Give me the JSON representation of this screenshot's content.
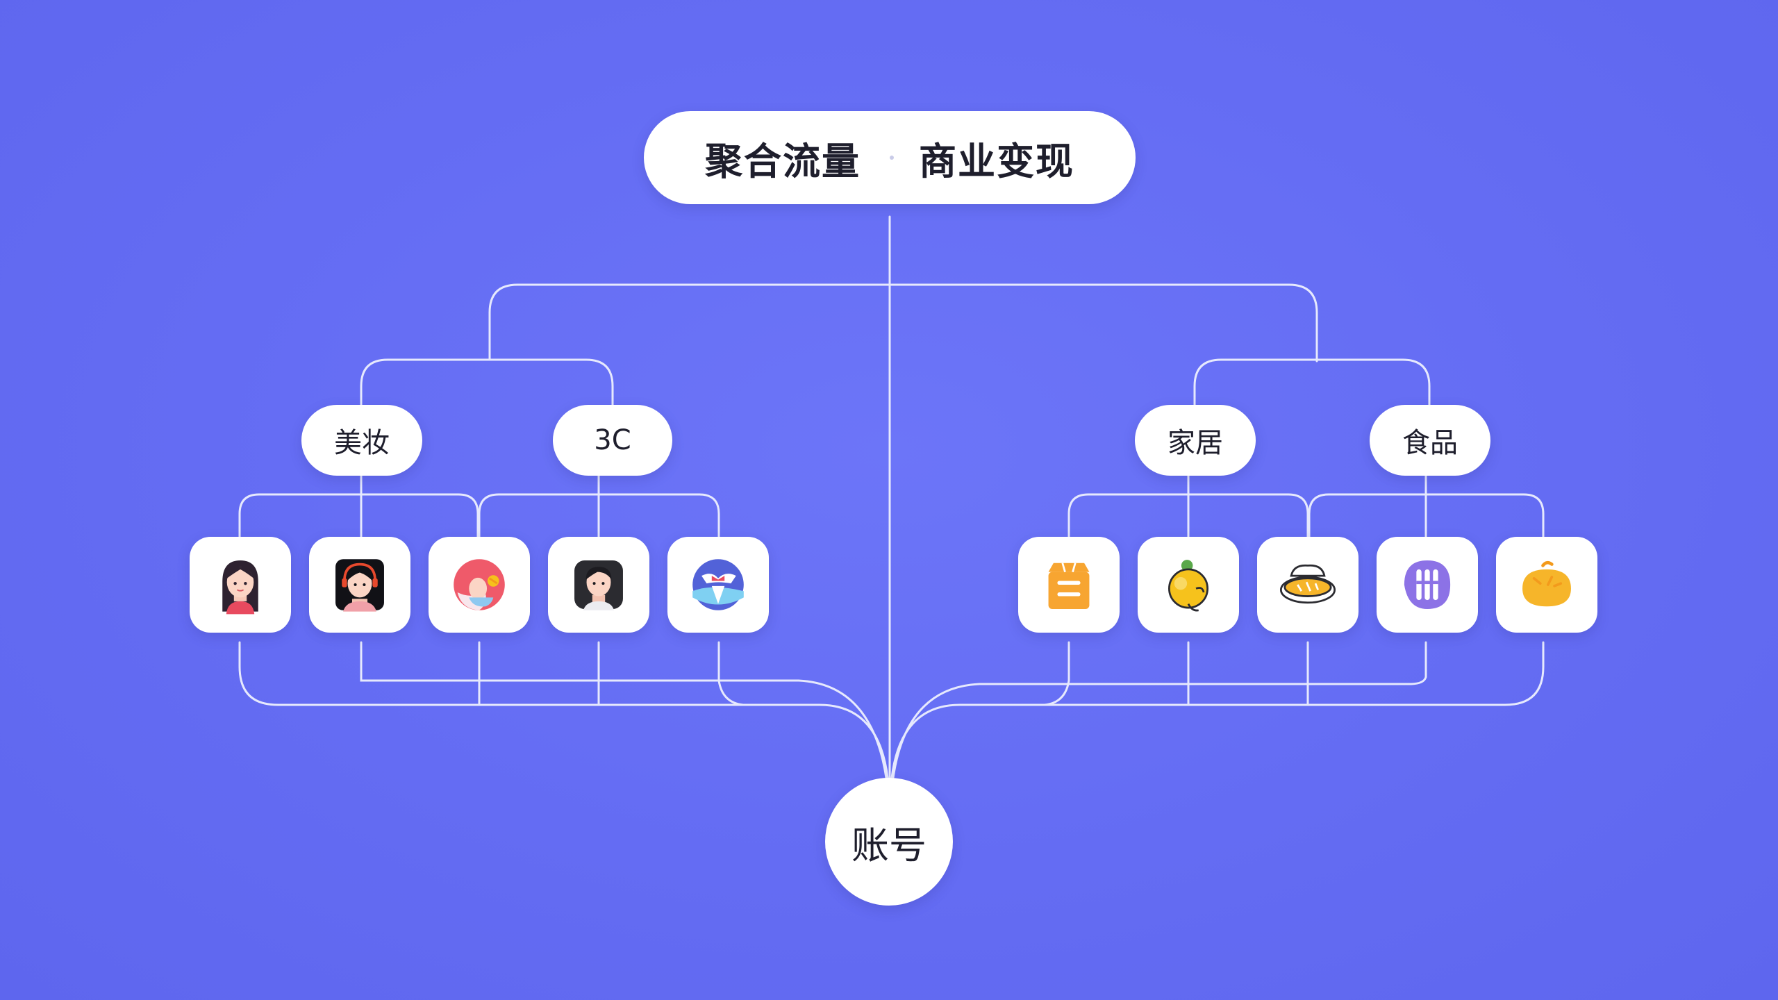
{
  "header": {
    "left_label": "聚合流量",
    "right_label": "商业变现"
  },
  "categories": {
    "beauty": "美妆",
    "tech": "3C",
    "home": "家居",
    "food": "食品"
  },
  "account": {
    "label": "账号"
  },
  "icons": [
    "woman-long-hair-icon",
    "woman-headphones-icon",
    "woman-makeup-icon",
    "woman-short-hair-icon",
    "clothing-circle-icon",
    "storage-box-icon",
    "fruit-icon",
    "bread-icon",
    "cutlery-icon",
    "orange-icon"
  ],
  "colors": {
    "background": "#646cf3",
    "line": "#e8eafd",
    "node": "#ffffff",
    "text": "#1e1e2c",
    "orange": "#f7a531",
    "yellow": "#f6c21c",
    "purple": "#8c72e6"
  }
}
